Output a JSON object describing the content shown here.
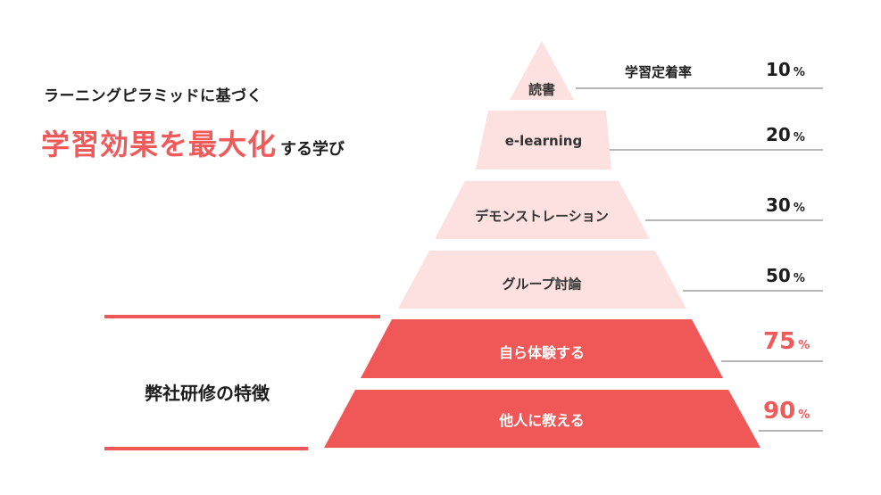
{
  "header": {
    "subtitle": "ラーニングピラミッドに基づく",
    "headline_emphasis": "学習効果を最大化",
    "headline_rest": "する学び"
  },
  "retention_header": "学習定着率",
  "feature_label": "弊社研修の特徴",
  "colors": {
    "accent": "#f05a5a",
    "light_tier": "#fde0e0",
    "text_dark": "#1d1d1d",
    "rule_gray": "#8a8a8a"
  },
  "levels": [
    {
      "label": "読書",
      "value": "10",
      "unit": "%",
      "highlight": false
    },
    {
      "label": "e-learning",
      "value": "20",
      "unit": "%",
      "highlight": false
    },
    {
      "label": "デモンストレーション",
      "value": "30",
      "unit": "%",
      "highlight": false
    },
    {
      "label": "グループ討論",
      "value": "50",
      "unit": "%",
      "highlight": false
    },
    {
      "label": "自ら体験する",
      "value": "75",
      "unit": "%",
      "highlight": true
    },
    {
      "label": "他人に教える",
      "value": "90",
      "unit": "%",
      "highlight": true
    }
  ],
  "chart_data": {
    "type": "pyramid",
    "title": "ラーニングピラミッドに基づく 学習効果を最大化する学び",
    "value_label": "学習定着率",
    "categories": [
      "読書",
      "e-learning",
      "デモンストレーション",
      "グループ討論",
      "自ら体験する",
      "他人に教える"
    ],
    "values": [
      10,
      20,
      30,
      50,
      75,
      90
    ],
    "unit": "%",
    "highlighted_group": {
      "label": "弊社研修の特徴",
      "categories": [
        "自ら体験する",
        "他人に教える"
      ]
    }
  }
}
